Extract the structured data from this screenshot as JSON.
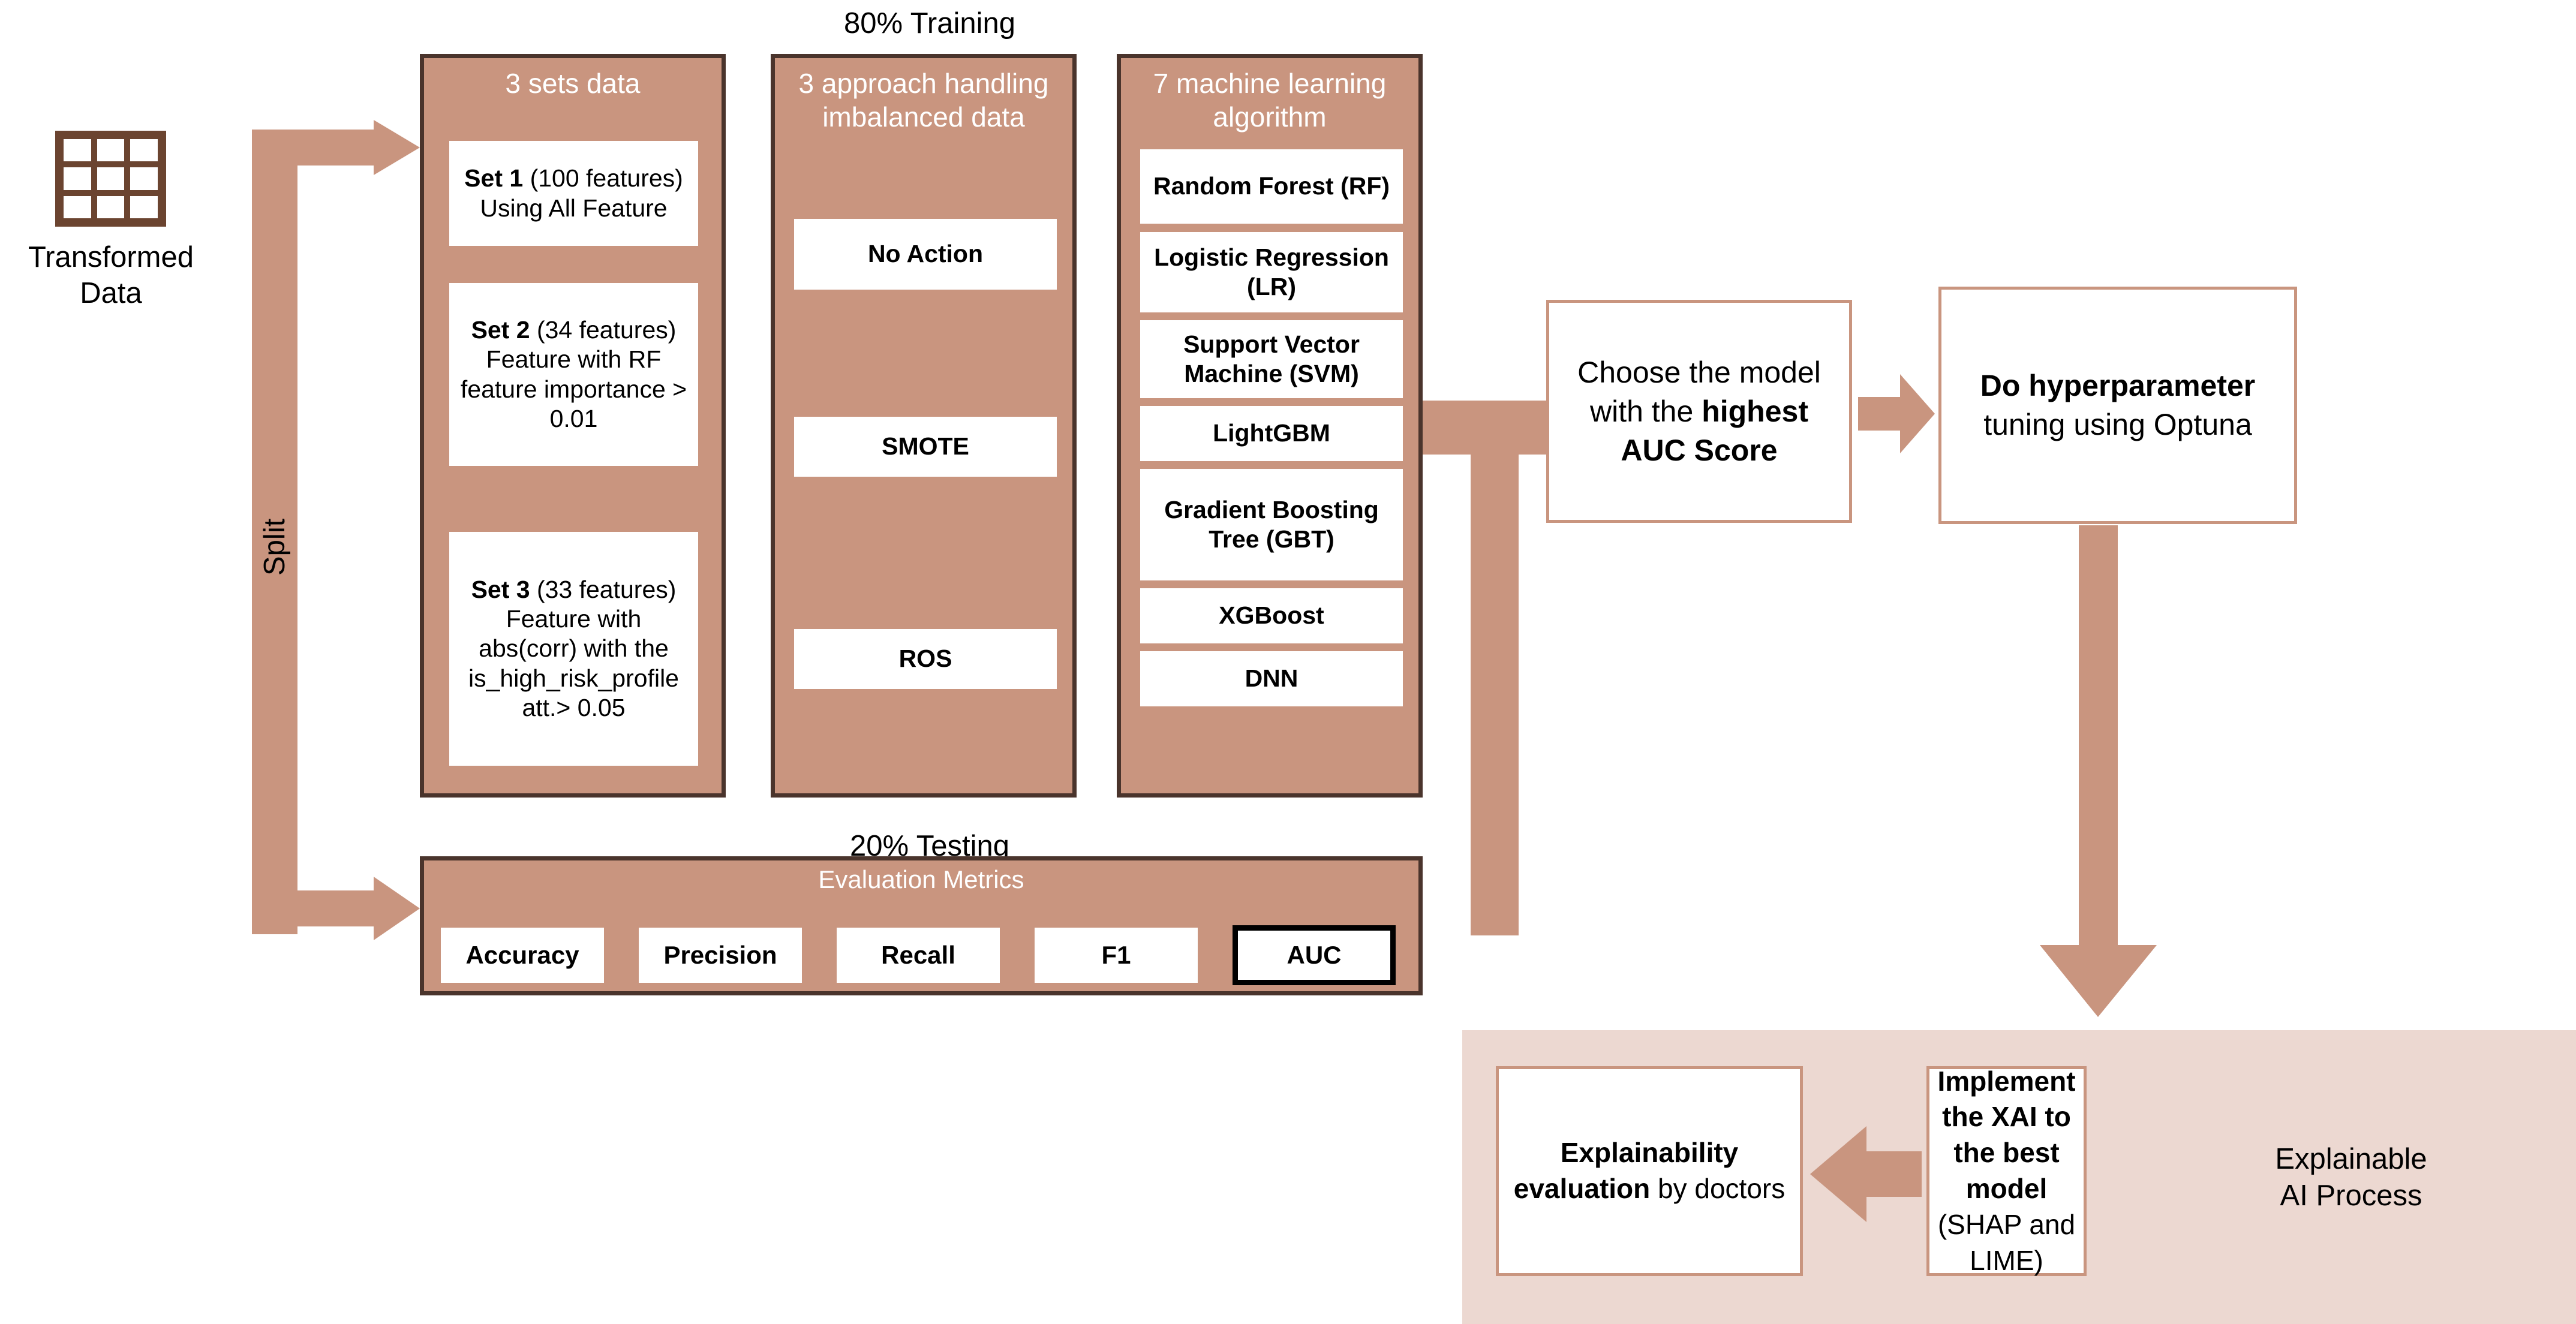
{
  "colors": {
    "primary": "#c9957f",
    "border_dark": "#4a342c",
    "panel_light": "#ecd8d1",
    "icon_brown": "#6b4430",
    "white": "#ffffff",
    "black": "#000000"
  },
  "source": {
    "icon": "table-grid-icon",
    "label": "Transformed\nData",
    "label_line1": "Transformed",
    "label_line2": "Data"
  },
  "split": {
    "label": "Split"
  },
  "training": {
    "header": "80% Training",
    "columns": [
      {
        "title": "3 sets data",
        "items": [
          {
            "bold": "Set 1",
            "rest": " (100 features) Using All Feature"
          },
          {
            "bold": "Set 2",
            "rest": " (34 features) Feature with RF feature importance > 0.01"
          },
          {
            "bold": "Set 3",
            "rest": " (33 features) Feature with abs(corr) with the is_high_risk_profile att.> 0.05"
          }
        ]
      },
      {
        "title": "3 approach handling imbalanced data",
        "items": [
          {
            "bold": "No Action",
            "rest": ""
          },
          {
            "bold": "SMOTE",
            "rest": ""
          },
          {
            "bold": "ROS",
            "rest": ""
          }
        ]
      },
      {
        "title": "7 machine learning algorithm",
        "items": [
          {
            "bold": "Random Forest (RF)",
            "rest": ""
          },
          {
            "bold": "Logistic Regression (LR)",
            "rest": ""
          },
          {
            "bold": "Support Vector Machine (SVM)",
            "rest": ""
          },
          {
            "bold": "LightGBM",
            "rest": ""
          },
          {
            "bold": "Gradient Boosting Tree (GBT)",
            "rest": ""
          },
          {
            "bold": "XGBoost",
            "rest": ""
          },
          {
            "bold": "DNN",
            "rest": ""
          }
        ]
      }
    ]
  },
  "testing": {
    "header": "20% Testing",
    "title": "Evaluation Metrics",
    "metrics": [
      {
        "label": "Accuracy",
        "highlighted": false
      },
      {
        "label": "Precision",
        "highlighted": false
      },
      {
        "label": "Recall",
        "highlighted": false
      },
      {
        "label": "F1",
        "highlighted": false
      },
      {
        "label": "AUC",
        "highlighted": true
      }
    ]
  },
  "selection": {
    "choose_pre": "Choose the model with the ",
    "choose_bold": "highest AUC Score",
    "tune_bold": "Do hyperparameter",
    "tune_rest": " tuning using Optuna"
  },
  "xai": {
    "panel_label_line1": "Explainable",
    "panel_label_line2": "AI Process",
    "implement_bold": "Implement the XAI to the best model",
    "implement_rest": " (SHAP and LIME)",
    "evaluation_bold": "Explainability evaluation",
    "evaluation_rest": " by doctors"
  }
}
